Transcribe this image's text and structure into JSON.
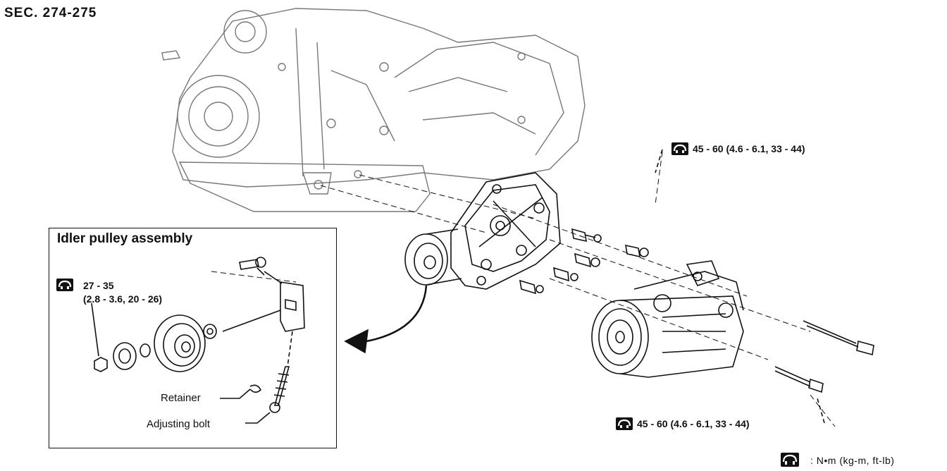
{
  "section_code": "SEC. 274-275",
  "inset": {
    "title": "Idler pulley assembly",
    "torque_line1": "27 - 35",
    "torque_line2": "(2.8 - 3.6, 20 - 26)",
    "retainer_label": "Retainer",
    "adjusting_bolt_label": "Adjusting bolt"
  },
  "torque_upper": "45 - 60 (4.6 - 6.1, 33 - 44)",
  "torque_lower": "45 - 60 (4.6 - 6.1, 33 - 44)",
  "legend_units": ": N•m (kg-m, ft-lb)",
  "icons": [
    "torque-wrench-icon",
    "arrow-icon"
  ]
}
